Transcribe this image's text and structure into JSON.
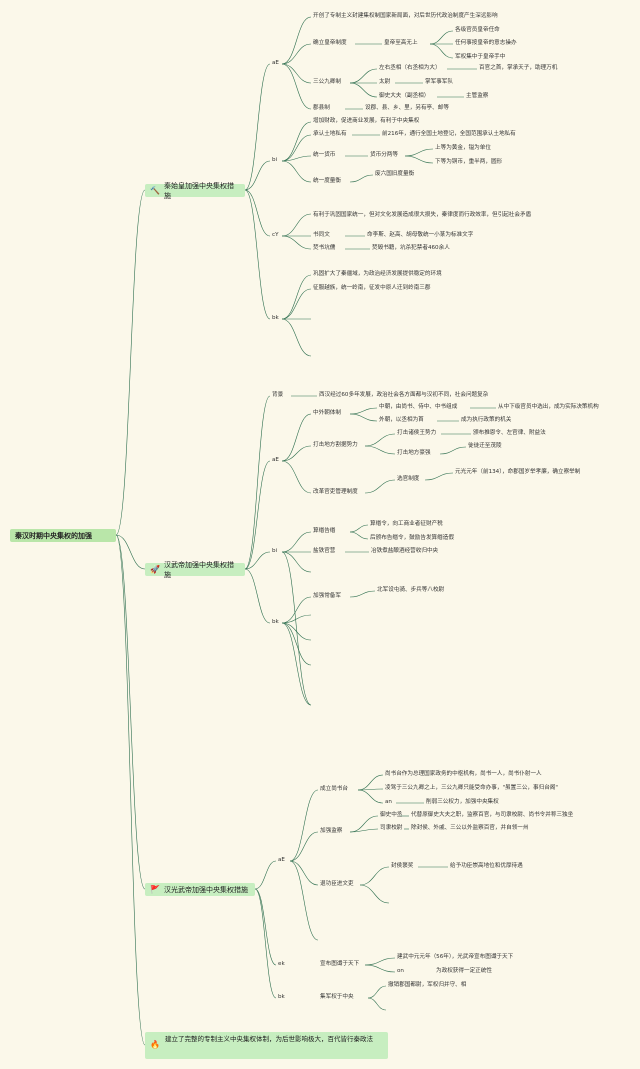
{
  "root": "秦汉时期中央集权的加强",
  "sections": [
    {
      "label": "秦始皇加强中央集权措施",
      "icon": "🔨"
    },
    {
      "label": "汉武帝加强中央集权措施",
      "icon": "🚀"
    },
    {
      "label": "汉光武帝加强中央集权措施",
      "icon": "🚩"
    }
  ],
  "conclusion": {
    "text": "建立了完整的专制主义中央集权体制，为后世影响极大，百代皆行秦政法",
    "icon": "🔥"
  },
  "nodes": {
    "q_ae": "aE",
    "q_bi": "bi",
    "q_cy": "cY",
    "q_bk": "bk",
    "q1": "开创了专制主义封建集权制国家新局面，对后世历代政治制度产生深远影响",
    "q2": "确立皇帝制度",
    "q2a": "皇帝至高无上",
    "q2a1": "各级官员皇帝任命",
    "q2a2": "任何事按皇帝的意志操办",
    "q2a3": "军权集中于皇帝手中",
    "q3": "三公九卿制",
    "q3a": "左右丞相（右丞相为大）",
    "q3a1": "百官之首，掌承天子，助理万机",
    "q3b": "太尉",
    "q3b1": "掌军事军队",
    "q3c": "御史大夫（副丞相）",
    "q3c1": "主管监察",
    "q4": "郡县制",
    "q4a": "设郡、县、乡、里，另有亭、邮等",
    "q5": "增加财政，促进商业发展，有利于中央集权",
    "q6": "承认土地私有",
    "q6a": "前216年，通行全国土地登记，全国范围承认土地私有",
    "q7": "统一货币",
    "q7a": "货币分两等",
    "q7a1": "上等为黄金，镒为单位",
    "q7a2": "下等为铜币，重半两，圆形",
    "q8": "统一度量衡",
    "q8a": "废六国旧度量衡",
    "q9": "有利于巩固国家统一，但对文化发展造成很大损失，秦律度而行政效率，但引起社会矛盾",
    "q10": "书同文",
    "q10a": "命李斯、赵高、胡母敬统一小篆为标准文字",
    "q11": "焚书坑儒",
    "q11a": "焚毁书籍，坑杀犯禁者460余人",
    "q12": "巩固扩大了秦疆域，为政治经济发展提供稳定的环境",
    "q13": "征服越族，统一岭南，征发中原人迁到岭南三郡",
    "h_bg": "背景",
    "h_bga": "西汉经过60多年发展，政治社会各方面都与汉初不同，社会问题复杂",
    "h_ae": "aE",
    "h_bi": "bi",
    "h_bk": "bk",
    "h1": "中外朝体制",
    "h1a": "中朝，由尚书、侍中、中书组成",
    "h1a1": "从中下级官员中选出，成为实际决策机构",
    "h1b": "外朝，以丞相为首",
    "h1b1": "成为执行政策的机关",
    "h2": "打击地方割据势力",
    "h2a": "打击诸侯王势力",
    "h2a1": "颁布推恩令、左官律、附益法",
    "h2b": "打击地方豪强",
    "h2b1": "徙徙迁至茂陵",
    "h3": "改革官吏管理制度",
    "h3a": "选官制度",
    "h3a1": "元光元年（前134），命郡国岁举孝廉，确立察举制",
    "h4": "算缗告缗",
    "h4a": "算缗令，向工商业者征财产税",
    "h4b": "后颁布告缗令，鼓励告发算缗造假",
    "h5": "盐铁官营",
    "h5a": "冶铁煮盐酿酒经营收归中央",
    "h6": "加强常备军",
    "h6a": "北军设屯骑、步兵等八校尉",
    "g_ae": "aE",
    "g_ek": "ek",
    "g_bk": "bk",
    "g1": "成立尚书台",
    "g1a": "尚书台作为总理国家政务的中枢机构，尚书一人，尚书仆射一人",
    "g1b": "凌驾于三公九卿之上，三公九卿只能受命办事，\"虽置三公，事归台阁\"",
    "g1c_tag": "an",
    "g1c": "削弱三公权力，加强中央集权",
    "g2": "加强监察",
    "g2a": "御史中丞",
    "g2a1": "代替原御史大夫之职，监察百官，与司隶校尉、尚书令并称三独坐",
    "g2b": "司隶校尉",
    "g2b1": "除封侯、外戚、三公以外监察百官，并自领一州",
    "g3": "退功臣进文吏",
    "g3a": "封侯褒奖",
    "g3a1": "给予功臣崇高地位和优厚待遇",
    "g4": "宣布图谶于天下",
    "g4a": "建武中元元年（56年），光武帝宣布图谶于天下",
    "g4b_tag": "on",
    "g4b": "为政权获得一定正统性",
    "g5": "集军权于中央",
    "g5a": "撤销郡国都尉，军权归并守、相"
  }
}
